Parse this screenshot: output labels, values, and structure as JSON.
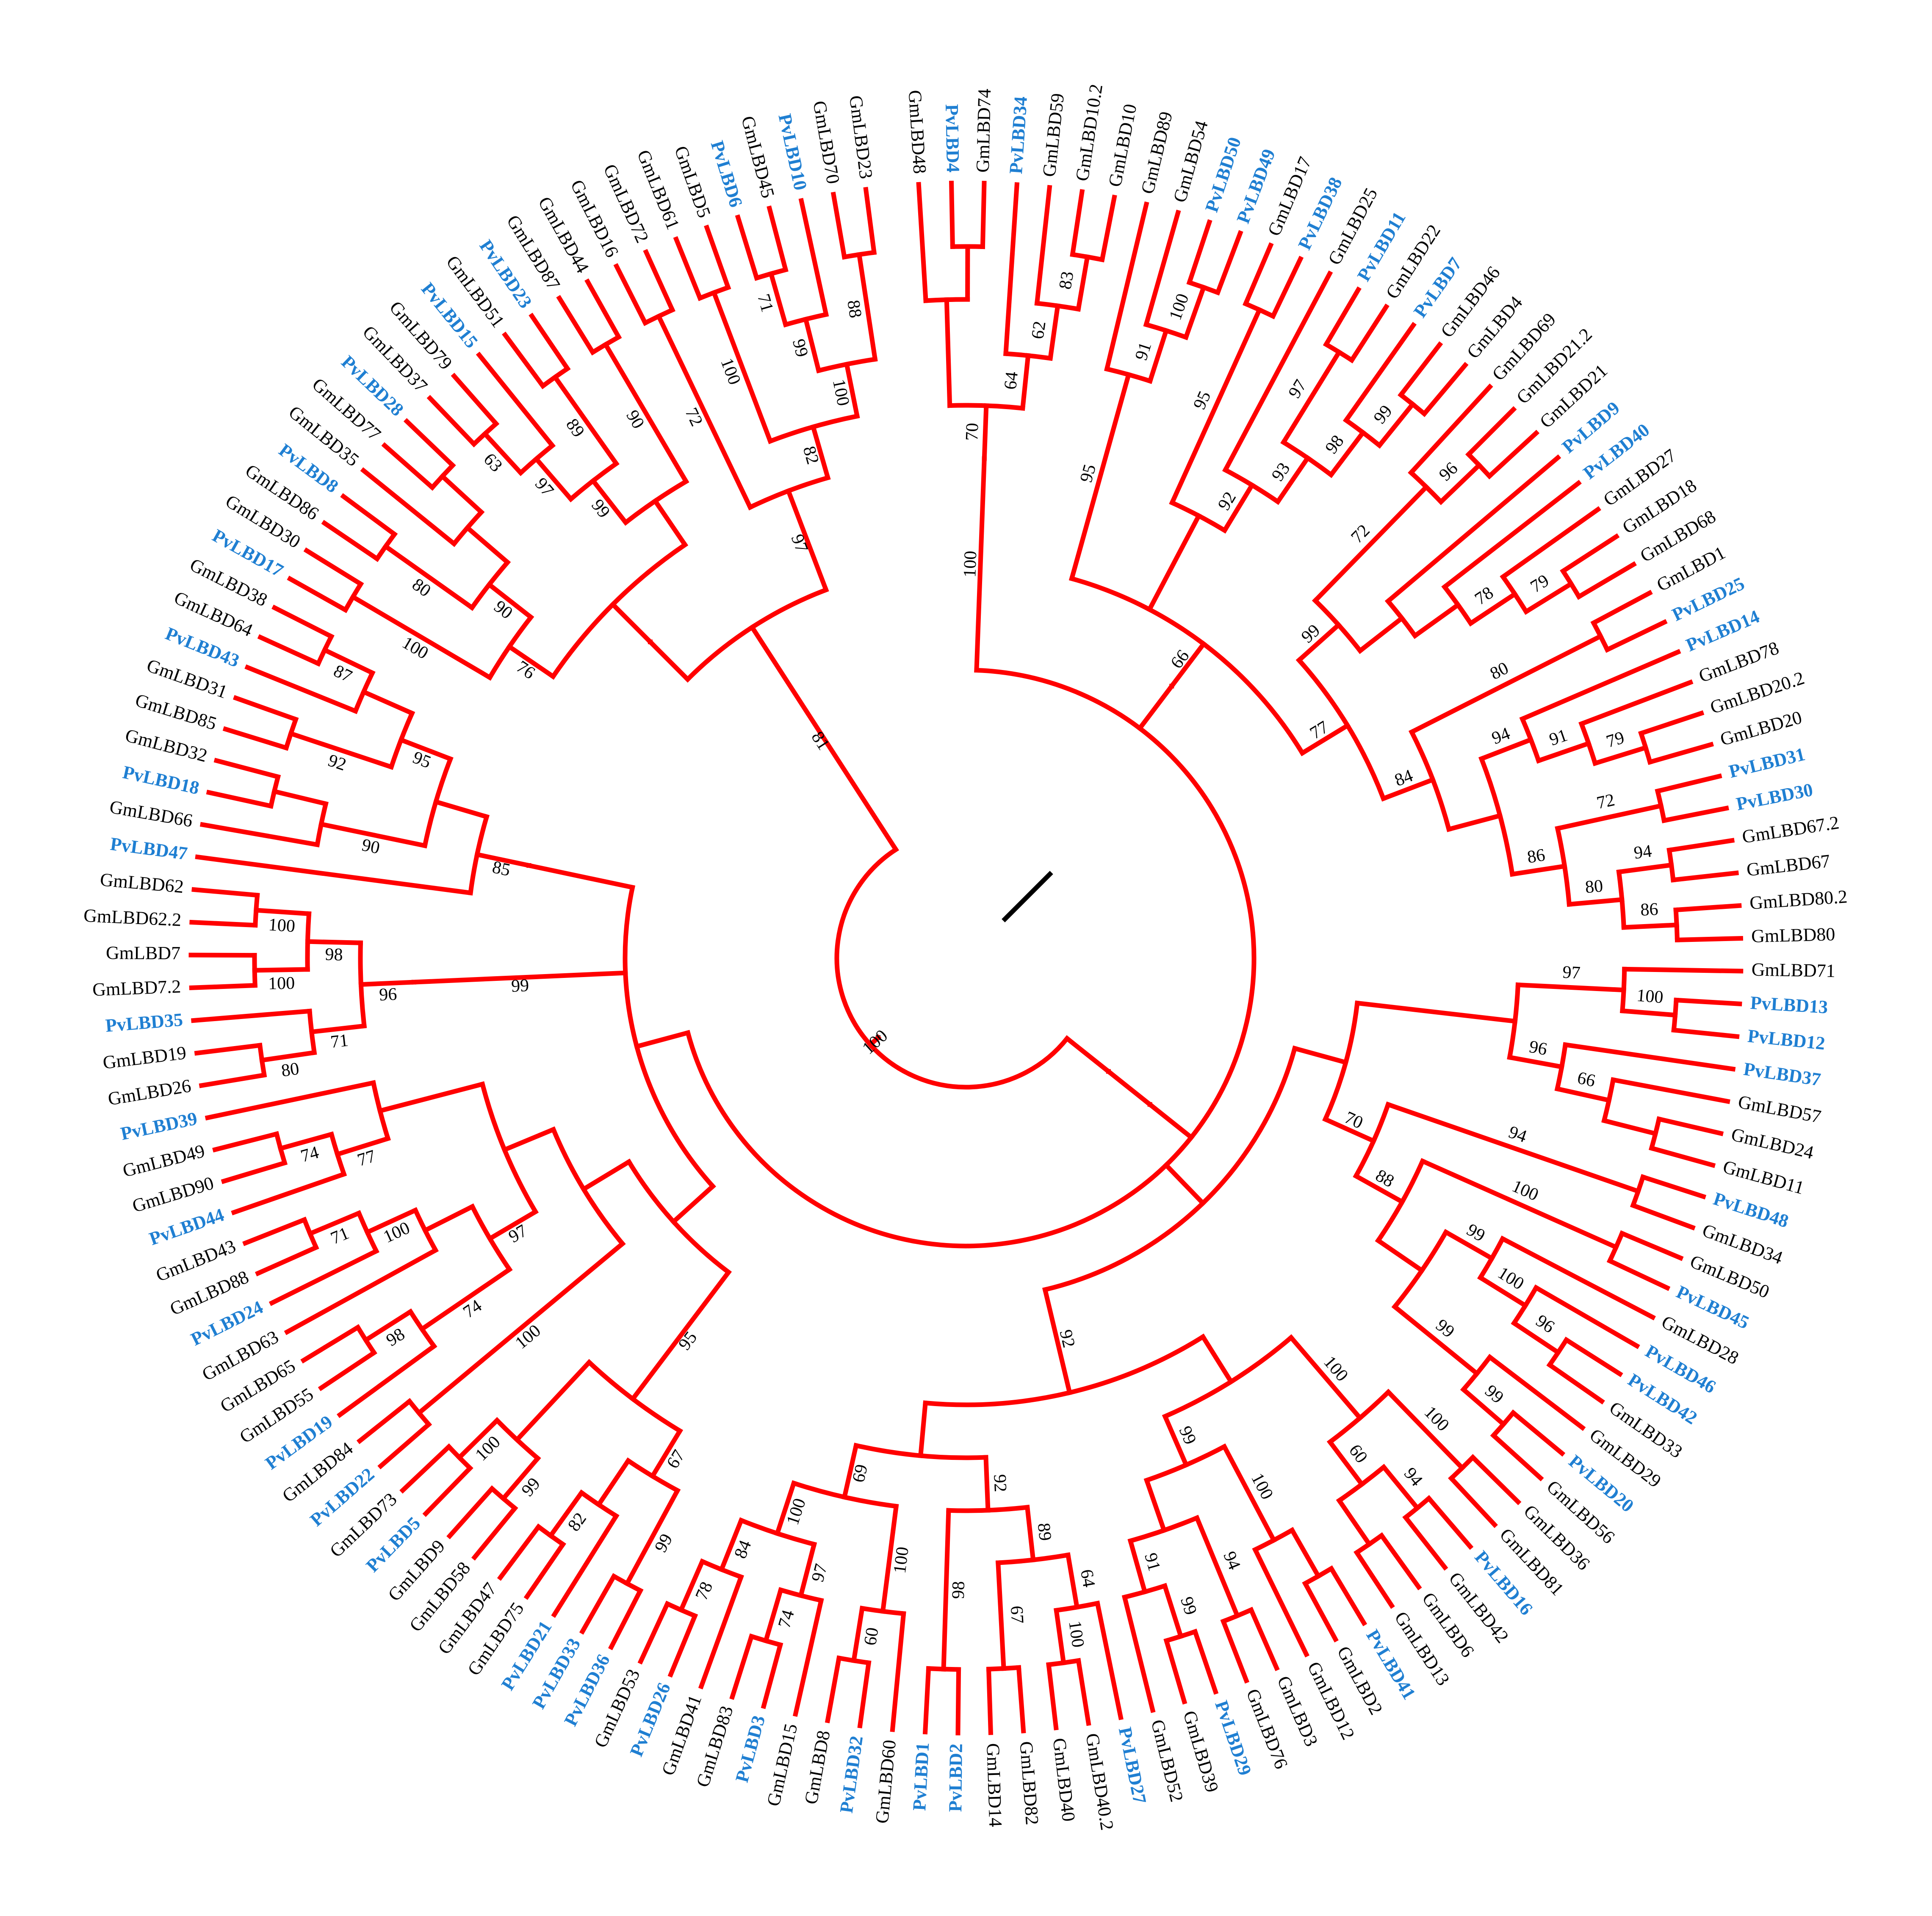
{
  "colors": {
    "gm_label": "#000000",
    "pv_label": "#1f7fd2",
    "default_branch": "#000000",
    "highlight_branch": "#ff0000"
  },
  "leaves": [
    "GmLBD48",
    "PvLBD4",
    "GmLBD74",
    "PvLBD34",
    "GmLBD59",
    "GmLBD10.2",
    "GmLBD10",
    "GmLBD89",
    "GmLBD54",
    "PvLBD50",
    "PvLBD49",
    "GmLBD17",
    "PvLBD38",
    "GmLBD25",
    "PvLBD11",
    "GmLBD22",
    "PvLBD7",
    "GmLBD46",
    "GmLBD4",
    "GmLBD69",
    "GmLBD21.2",
    "GmLBD21",
    "PvLBD9",
    "PvLBD40",
    "GmLBD27",
    "GmLBD18",
    "GmLBD68",
    "GmLBD1",
    "PvLBD25",
    "PvLBD14",
    "GmLBD78",
    "GmLBD20.2",
    "GmLBD20",
    "PvLBD31",
    "PvLBD30",
    "GmLBD67.2",
    "GmLBD67",
    "GmLBD80.2",
    "GmLBD80",
    "GmLBD71",
    "PvLBD13",
    "PvLBD12",
    "PvLBD37",
    "GmLBD57",
    "GmLBD24",
    "GmLBD11",
    "PvLBD48",
    "GmLBD34",
    "GmLBD50",
    "PvLBD45",
    "GmLBD28",
    "PvLBD46",
    "PvLBD42",
    "GmLBD33",
    "GmLBD29",
    "PvLBD20",
    "GmLBD56",
    "GmLBD36",
    "GmLBD81",
    "PvLBD16",
    "GmLBD42",
    "GmLBD6",
    "GmLBD13",
    "PvLBD41",
    "GmLBD2",
    "GmLBD12",
    "GmLBD3",
    "GmLBD76",
    "PvLBD29",
    "GmLBD39",
    "GmLBD52",
    "PvLBD27",
    "GmLBD40.2",
    "GmLBD40",
    "GmLBD82",
    "GmLBD14",
    "PvLBD2",
    "PvLBD1",
    "GmLBD60",
    "PvLBD32",
    "GmLBD8",
    "GmLBD15",
    "PvLBD3",
    "GmLBD83",
    "GmLBD41",
    "PvLBD26",
    "GmLBD53",
    "PvLBD36",
    "PvLBD33",
    "PvLBD21",
    "GmLBD75",
    "GmLBD47",
    "GmLBD58",
    "GmLBD9",
    "PvLBD5",
    "GmLBD73",
    "PvLBD22",
    "GmLBD84",
    "PvLBD19",
    "GmLBD55",
    "GmLBD65",
    "GmLBD63",
    "PvLBD24",
    "GmLBD88",
    "GmLBD43",
    "PvLBD44",
    "GmLBD90",
    "GmLBD49",
    "PvLBD39",
    "GmLBD26",
    "GmLBD19",
    "PvLBD35",
    "GmLBD7.2",
    "GmLBD7",
    "GmLBD62.2",
    "GmLBD62",
    "PvLBD47",
    "GmLBD66",
    "PvLBD18",
    "GmLBD32",
    "GmLBD85",
    "GmLBD31",
    "PvLBD43",
    "GmLBD64",
    "GmLBD38",
    "PvLBD17",
    "GmLBD30",
    "GmLBD86",
    "PvLBD8",
    "GmLBD35",
    "GmLBD77",
    "PvLBD28",
    "GmLBD37",
    "GmLBD79",
    "PvLBD15",
    "GmLBD51",
    "PvLBD23",
    "GmLBD87",
    "GmLBD44",
    "GmLBD16",
    "GmLBD72",
    "GmLBD61",
    "GmLBD5",
    "PvLBD6",
    "GmLBD45",
    "PvLBD10",
    "GmLBD70",
    "GmLBD23"
  ],
  "tree": "((((((((GmLBD48,(PvLBD4,GmLBD74)),(PvLBD34,(GmLBD59,(GmLBD10.2,GmLBD10)83)62)64)70)100,(((GmLBD89,(GmLBD54,(PvLBD50,PvLBD49)100)91)95,((GmLBD17,PvLBD38)95,(GmLBD25,((PvLBD11,GmLBD22)97,(PvLBD7,(GmLBD46,GmLBD4)99)98)93)92),(((GmLBD69,(GmLBD21.2,GmLBD21)96)72,(PvLBD9,(PvLBD40,(GmLBD27,(GmLBD18,GmLBD68)79)78)))99,((GmLBD1,PvLBD25)80,((PvLBD14,(GmLBD78,(GmLBD20.2,GmLBD20)79)91)94,((PvLBD31,PvLBD30)72,((GmLBD67.2,GmLBD67)94,(GmLBD80.2,GmLBD80)86)80)86))84)77)66),((((GmLBD71,(PvLBD13,PvLBD12)100)97,(PvLBD37,(GmLBD57,(GmLBD24,GmLBD11))66)96),((PvLBD48,GmLBD34)94,((GmLBD50,PvLBD45)100,((GmLBD28,(PvLBD46,(PvLBD42,GmLBD33)96)100)99,(GmLBD29,(PvLBD20,GmLBD56)99)99))88)70),((((GmLBD36,GmLBD81)100,((PvLBD16,GmLBD42)94,(GmLBD6,GmLBD13))60)100,(((PvLBD41,GmLBD2),GmLBD12)100,((GmLBD3,GmLBD76)94,((PvLBD29,GmLBD39)99,GmLBD52)91))99),((((PvLBD27,(GmLBD40.2,GmLBD40)100)64,(GmLBD82,GmLBD14)67)89,(PvLBD2,PvLBD1)98)92,((GmLBD60,(PvLBD32,GmLBD8)60)100,((GmLBD15,(PvLBD3,GmLBD83)74)97,(GmLBD41,(PvLBD26,GmLBD53)78)84)100)69))92),(((((PvLBD36,PvLBD33)99,(PvLBD21,(GmLBD75,GmLBD47)82))67,((GmLBD58,GmLBD9)99,(PvLBD5,GmLBD73)100))95,((PvLBD22,GmLBD84)100,(((PvLBD19,(GmLBD55,GmLBD65)98)74,(GmLBD63,(PvLBD24,(GmLBD88,GmLBD43)71)100))97,((PvLBD44,(GmLBD90,GmLBD49)74)77,PvLBD39)))),((((GmLBD26,GmLBD19)80,PvLBD35)71,((GmLBD7.2,GmLBD7)100,(GmLBD62.2,GmLBD62)100)98)96)99,((PvLBD47,((GmLBD66,(PvLBD18,GmLBD32))90,((GmLBD85,GmLBD31)92,(PvLBD43,(GmLBD64,GmLBD38)87))95))85))))),(((((PvLBD17,GmLBD30)100,((GmLBD86,PvLBD8)80,(GmLBD35,(GmLBD77,PvLBD28)))90)76,((((GmLBD37,GmLBD79)63,PvLBD15)97,(GmLBD51,PvLBD23)89)99,(GmLBD87,GmLBD44)90))),((GmLBD16,GmLBD72)72,((GmLBD61,GmLBD5)100,(((PvLBD6,GmLBD45)71,PvLBD10)99,(GmLBD70,GmLBD23)88)100)82)97)81)100);"
}
